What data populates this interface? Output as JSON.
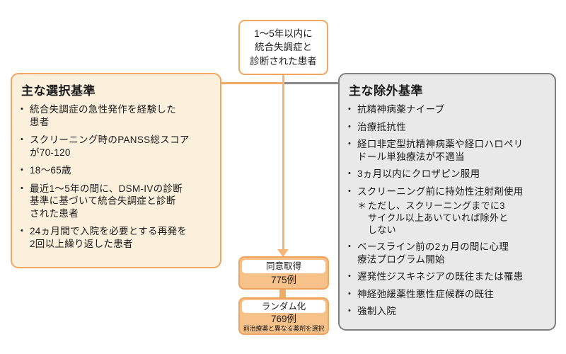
{
  "top_box": {
    "text": "1〜5年以内に\n統合失調症と\n診断された患者"
  },
  "inclusion": {
    "title": "主な選択基準",
    "items": [
      "統合失調症の急性発作を経験した\n患者",
      "スクリーニング時のPANSS総スコア\nが70-120",
      "18〜65歳",
      "最近1〜5年の間に、DSM-IVの診断\n基準に基づいて統合失調症と診断\nされた患者",
      "24ヵ月間で入院を必要とする再発を\n2回以上繰り返した患者"
    ]
  },
  "exclusion": {
    "title": "主な除外基準",
    "items": [
      "抗精神病薬ナイーブ",
      "治療抵抗性",
      "経口非定型抗精神病薬や経口ハロペリ\nドール単独療法が不適当",
      "3ヵ月以内にクロザピン服用",
      "スクリーニング前に持効性注射剤使用",
      "ベースライン前の2ヵ月の間に心理\n療法プログラム開始",
      "遅発性ジスキネジアの既往または罹患",
      "神経弛緩薬性悪性症候群の既往",
      "強制入院"
    ],
    "note": "ただし、スクリーニングまでに3\nサイクル以上あいていれば除外と\nしない"
  },
  "consent": {
    "label": "同意取得",
    "count": "775例"
  },
  "randomization": {
    "label": "ランダム化",
    "count": "769例",
    "note": "前治療薬と異なる薬剤を選択"
  },
  "glyphs": {
    "bullet": "•",
    "note_star": "＊"
  },
  "colors": {
    "orange_border": "#F0A860",
    "orange_line": "#F4B677",
    "orange_fill": "#F6C28A",
    "cream_fill": "#FBF0DC",
    "gray_border": "#7F7F7F",
    "gray_fill": "#E9E9E9",
    "gray_line": "#8A8A8A"
  }
}
